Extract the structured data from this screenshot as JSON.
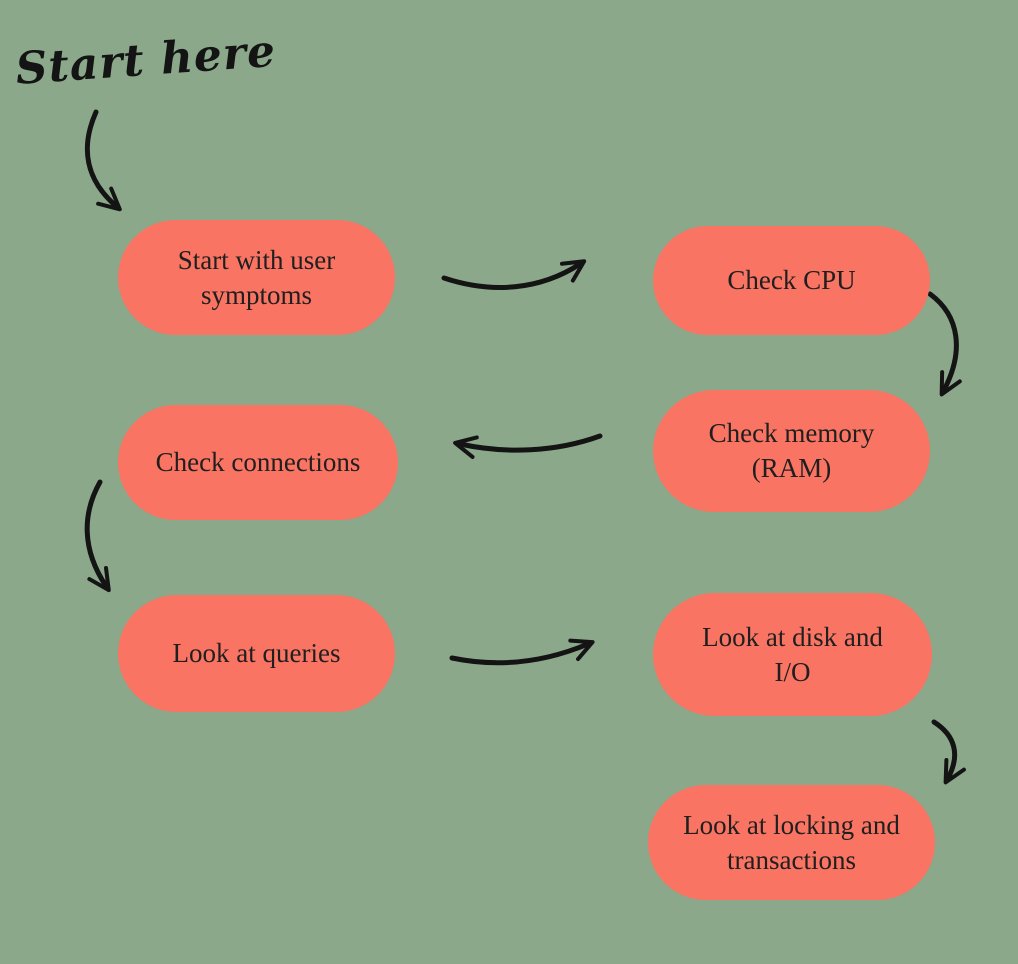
{
  "colors": {
    "background": "#8BA88B",
    "node_fill": "#F97462",
    "node_text": "#1F1F1F",
    "arrow": "#141414"
  },
  "annotation": {
    "start_label": "Start here"
  },
  "nodes": [
    {
      "label": "Start with user symptoms"
    },
    {
      "label": "Check CPU"
    },
    {
      "label": "Check memory (RAM)"
    },
    {
      "label": "Check connections"
    },
    {
      "label": "Look at queries"
    },
    {
      "label": "Look at disk and I/O"
    },
    {
      "label": "Look at locking and transactions"
    }
  ],
  "edges": [
    {
      "from": "Start here",
      "to": "Start with user symptoms"
    },
    {
      "from": "Start with user symptoms",
      "to": "Check CPU"
    },
    {
      "from": "Check CPU",
      "to": "Check memory (RAM)"
    },
    {
      "from": "Check memory (RAM)",
      "to": "Check connections"
    },
    {
      "from": "Check connections",
      "to": "Look at queries"
    },
    {
      "from": "Look at queries",
      "to": "Look at disk and I/O"
    },
    {
      "from": "Look at disk and I/O",
      "to": "Look at locking and transactions"
    }
  ]
}
